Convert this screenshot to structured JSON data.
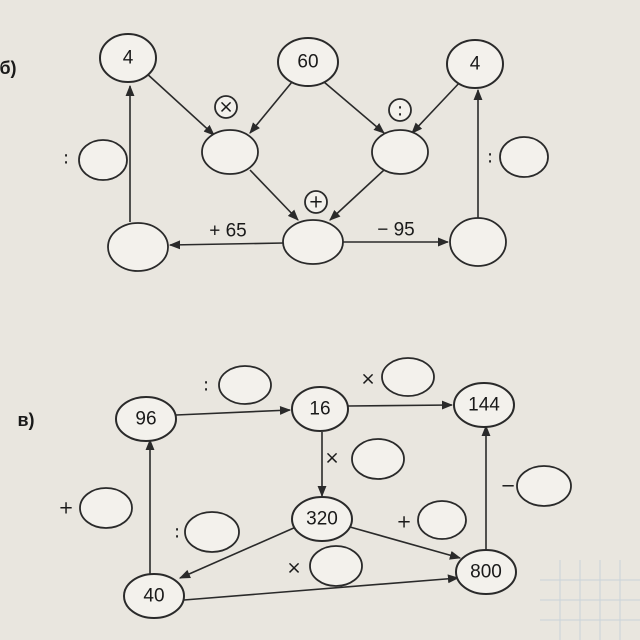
{
  "section_b": {
    "label": "б)",
    "n_top_left": "4",
    "n_top_mid": "60",
    "n_top_right": "4",
    "op_mul": "×",
    "op_div": ":",
    "op_plus": "+",
    "op_colon_left": ":",
    "op_colon_right": ":",
    "edge_plus": "+ 65",
    "edge_minus": "− 95"
  },
  "section_v": {
    "label": "в)",
    "n_96": "96",
    "n_16": "16",
    "n_144": "144",
    "n_320": "320",
    "n_40": "40",
    "n_800": "800",
    "op_colon_top": ":",
    "op_times_top": "×",
    "op_times_mid": "×",
    "op_plus_left": "+",
    "op_colon_left": ":",
    "op_plus_mid": "+",
    "op_minus_right": "−",
    "op_times_bottom": "×"
  }
}
